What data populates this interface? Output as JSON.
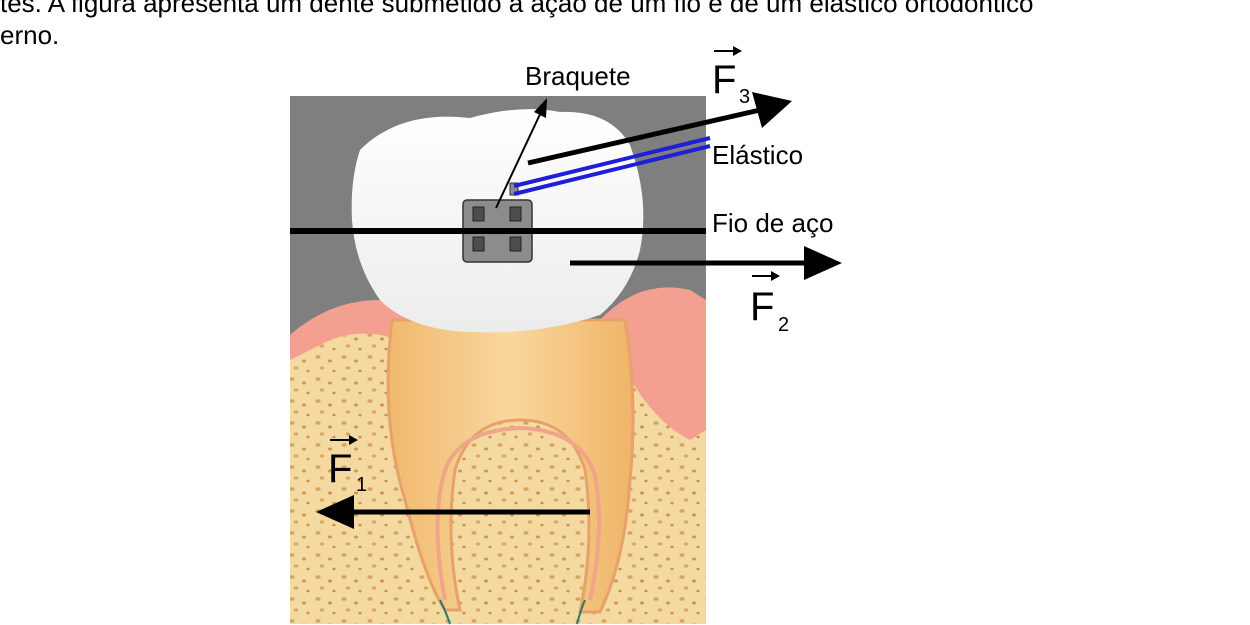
{
  "intro": {
    "line1": "tes. A figura apresenta um dente submetido à ação de um fio e de um elástico ortodôntico",
    "line2": "erno."
  },
  "figure": {
    "labels": {
      "braquete": "Braquete",
      "elastico": "Elástico",
      "fio": "Fio de aço"
    },
    "forces": [
      {
        "letter": "F",
        "index": "1"
      },
      {
        "letter": "F",
        "index": "2"
      },
      {
        "letter": "F",
        "index": "3"
      }
    ],
    "colors": {
      "background": "#7f7f7f",
      "enamel": "#f7f7f7",
      "gum": "#f4a090",
      "dentin": "#f5c98a",
      "bone": "#f4d9a0",
      "elastic": "#1f1fd6",
      "bracket": "#8c8c8c"
    }
  }
}
